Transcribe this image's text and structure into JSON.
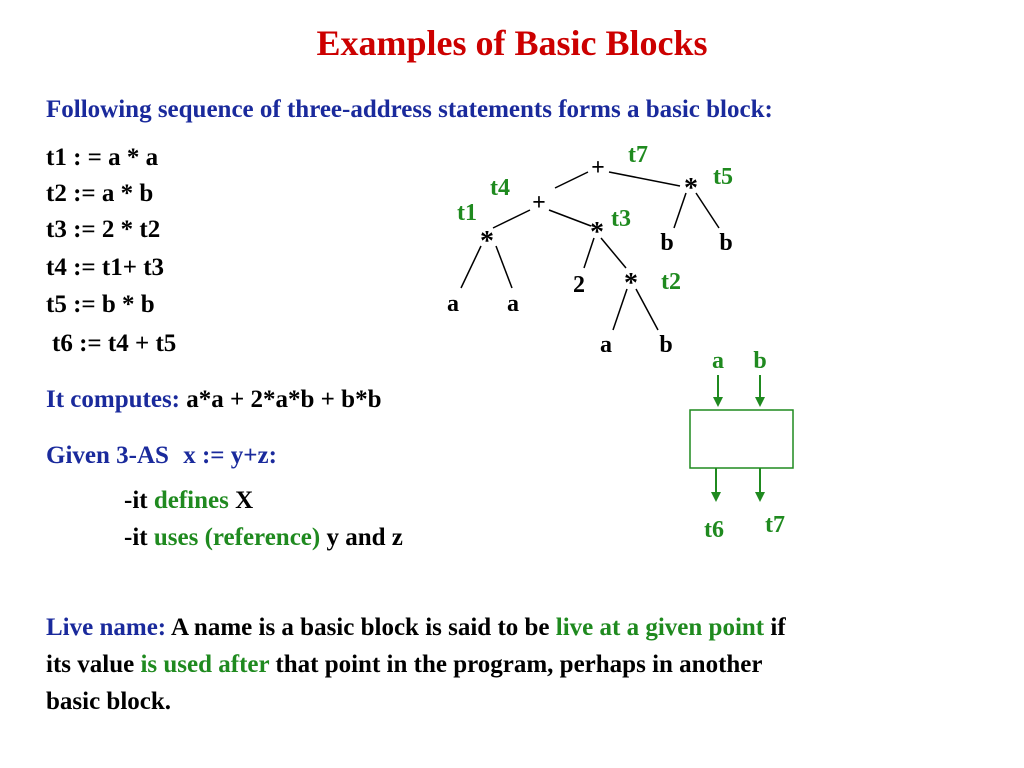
{
  "title": "Examples of Basic Blocks",
  "intro": "Following sequence of three-address statements forms a basic block:",
  "statements": [
    "t1 : = a * a",
    "t2 := a * b",
    "t3 := 2 * t2",
    "t4 := t1+ t3",
    "t5 := b * b",
    "t6 := t4 + t5"
  ],
  "computes": {
    "label": "It computes:",
    "expr": "a*a + 2*a*b + b*b"
  },
  "given": {
    "label": "Given 3-AS",
    "expr": "x := y+z:"
  },
  "defines": {
    "prefix": "-it",
    "keyword": "defines",
    "rest": "X"
  },
  "uses": {
    "prefix": "-it",
    "keyword": "uses (reference)",
    "rest": "y and z"
  },
  "live": {
    "label": "Live name:",
    "t1": "A name is a basic block is said to be",
    "k1": "live at a given point",
    "t2": "if",
    "t3": "its value",
    "k2": "is used after",
    "t4": "that point in the program, perhaps in another",
    "t5": "basic block."
  },
  "tree": {
    "plus_root": "+",
    "t7": "t7",
    "star_t5": "*",
    "t5": "t5",
    "plus_t4": "+",
    "t4": "t4",
    "t1": "t1",
    "star_t1": "*",
    "star_t3": "*",
    "t3": "t3",
    "b1": "b",
    "b2": "b",
    "two": "2",
    "star_t2": "*",
    "t2": "t2",
    "a1": "a",
    "a2": "a",
    "a3": "a",
    "b3": "b"
  },
  "block": {
    "in_a": "a",
    "in_b": "b",
    "out_t6": "t6",
    "out_t7": "t7"
  },
  "colors": {
    "title": "#cc0000",
    "blue": "#1a2a9c",
    "green": "#1f8a1f",
    "text": "#000000"
  }
}
